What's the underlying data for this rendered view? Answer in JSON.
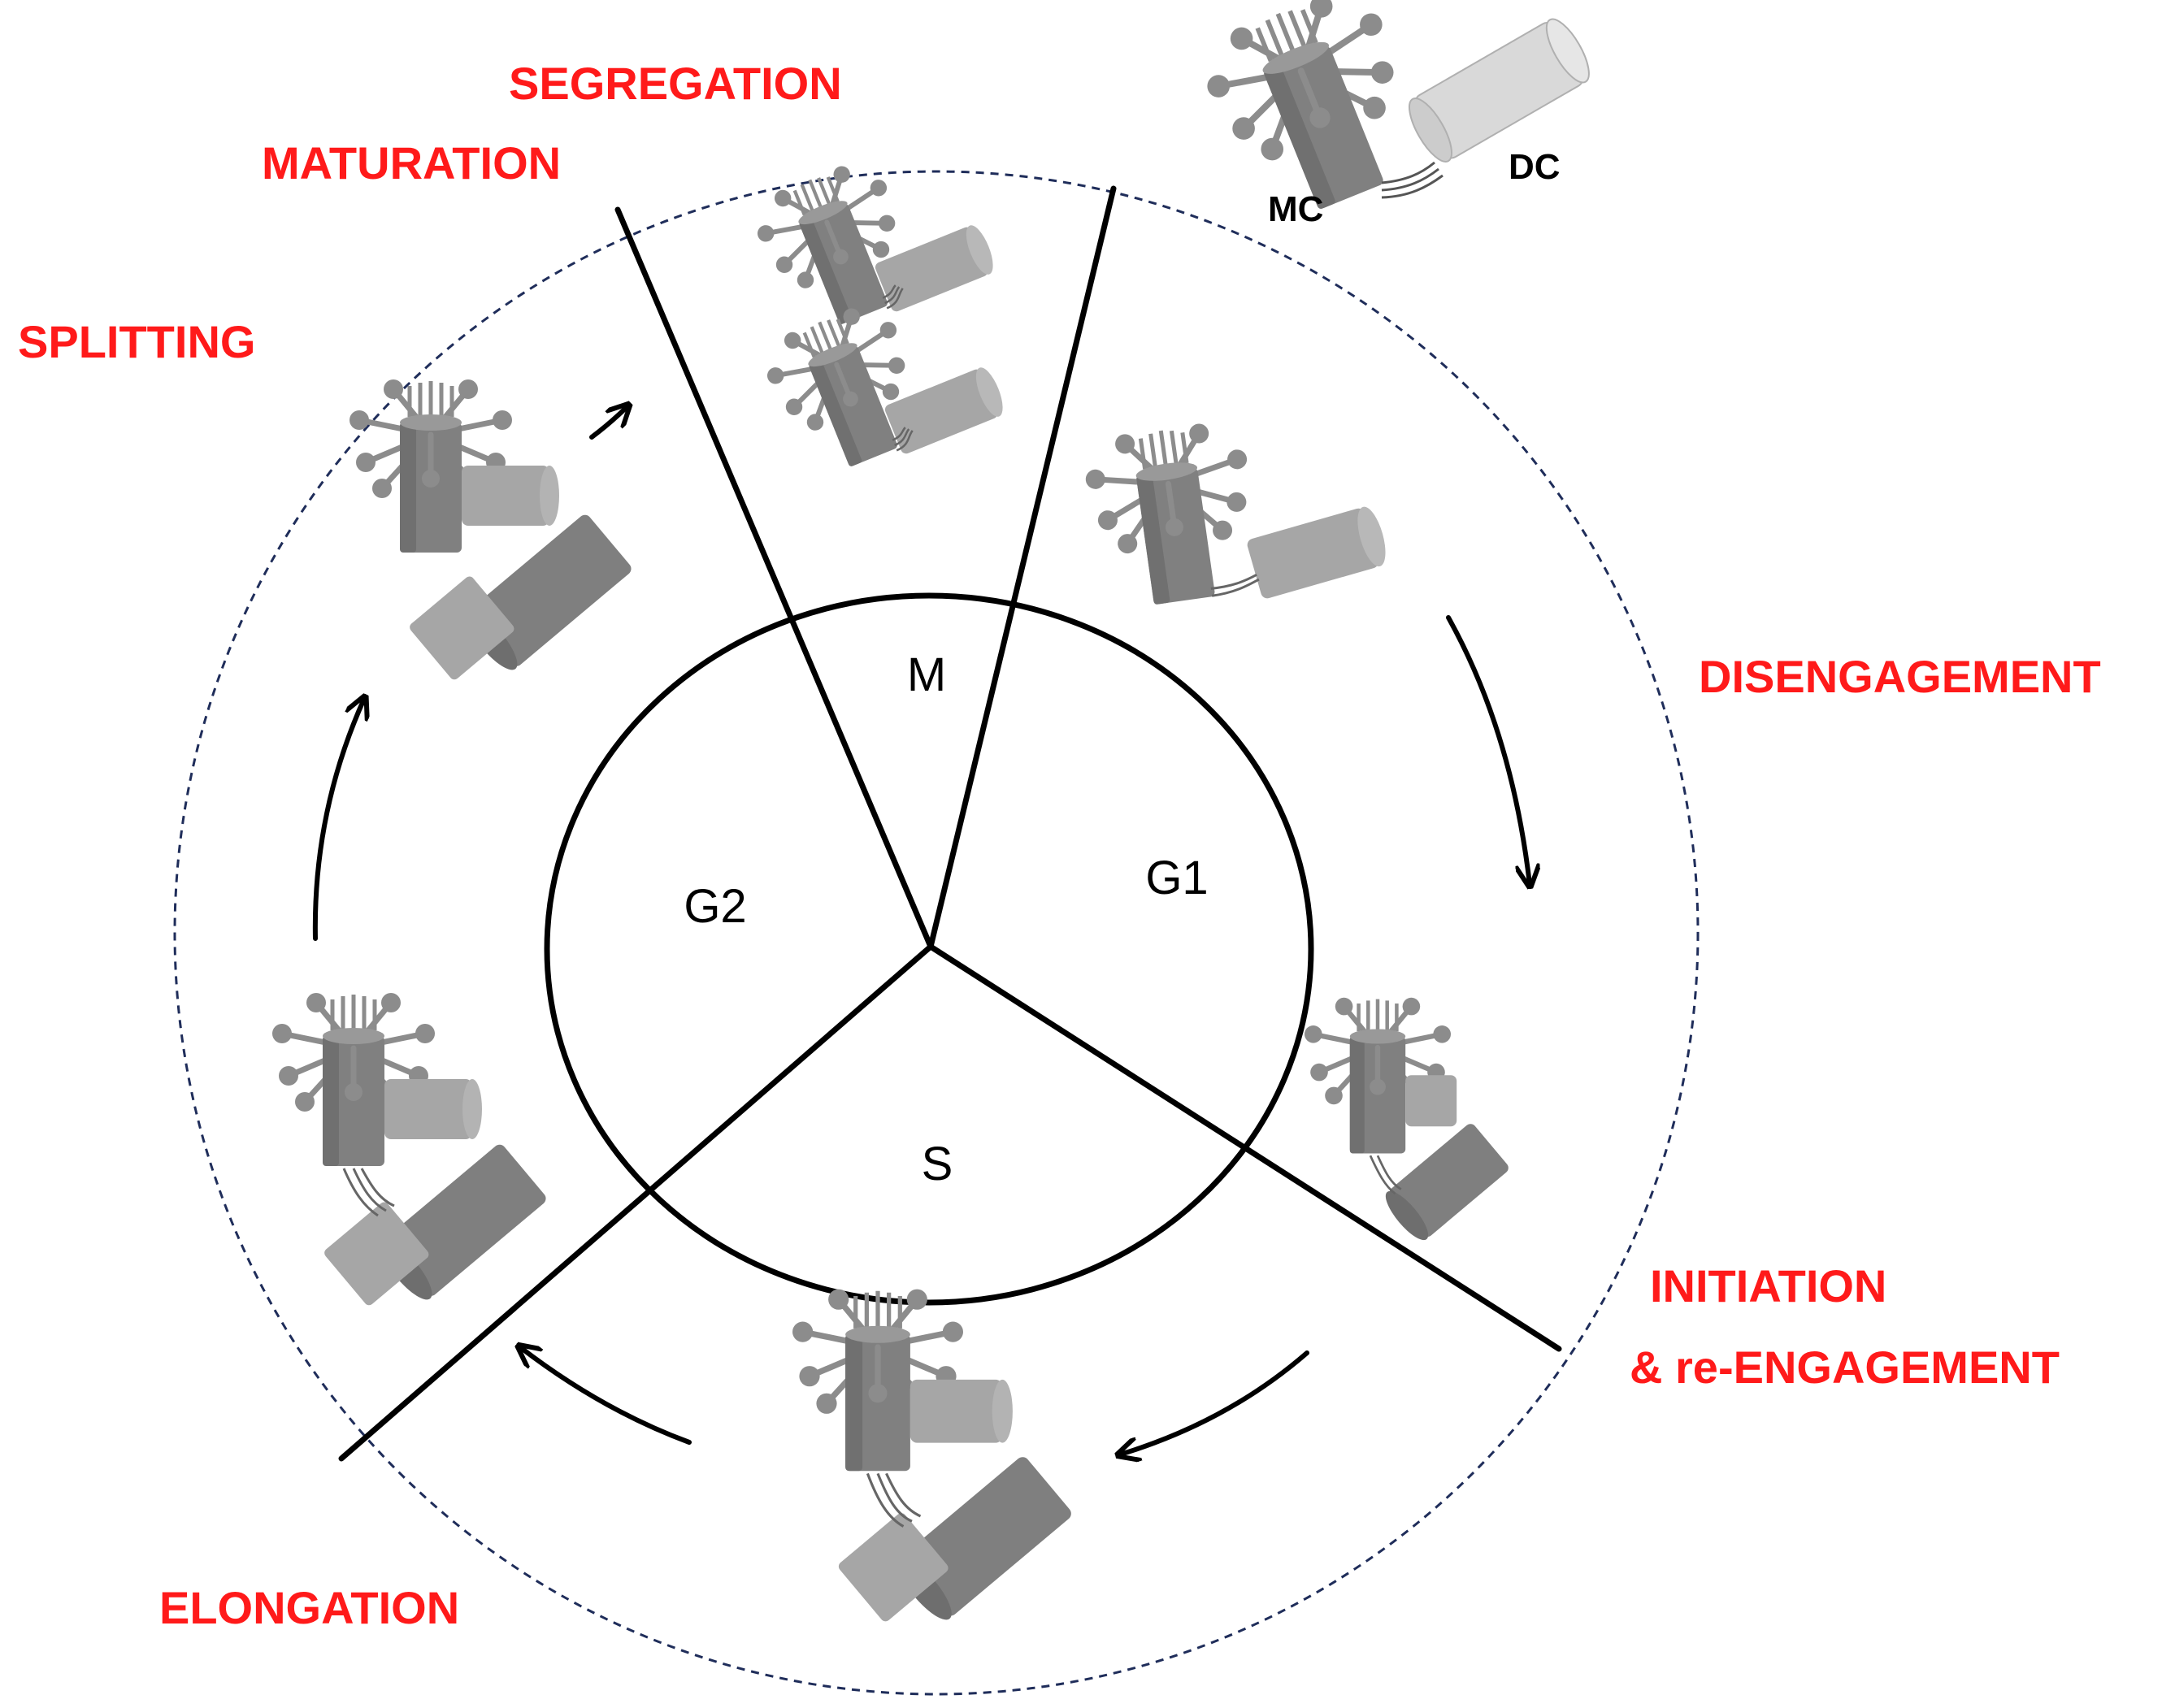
{
  "colors": {
    "stage_text": "#ff1a1a",
    "mother_centriole": "#808080",
    "daughter_centriole": "#a6a6a6",
    "daughter_centriole_light": "#d9d9d9",
    "line": "#000000",
    "outer_ring": "#1f2d5a"
  },
  "legend": {
    "mother_label": "MC",
    "daughter_label": "DC"
  },
  "phases": {
    "m": "M",
    "g1": "G1",
    "g2": "G2",
    "s": "S"
  },
  "stages": {
    "segregation": "SEGREGATION",
    "maturation": "MATURATION",
    "splitting": "SPLITTING",
    "disengagement": "DISENGAGEMENT",
    "initiation": "INITIATION",
    "reengagement": "& re-ENGAGEMENT",
    "elongation": "ELONGATION"
  },
  "icons": {
    "centriole_pair": "centriole-pair-icon",
    "cycle_arrow": "curved-arrow-icon"
  }
}
